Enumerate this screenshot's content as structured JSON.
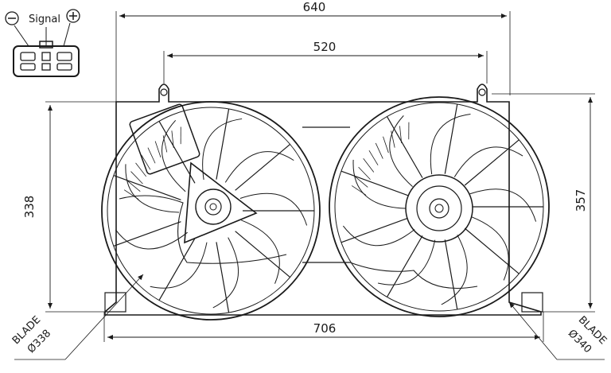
{
  "connector": {
    "minus_symbol": "⊖",
    "signal_label": "Signal",
    "plus_symbol": "⊕"
  },
  "dimensions": {
    "overall_width": "640",
    "mount_spacing": "520",
    "left_height": "338",
    "right_height": "357",
    "bottom_width": "706"
  },
  "blades": {
    "left": {
      "line1": "BLADE",
      "line2": "Ø338"
    },
    "right": {
      "line1": "BLADE",
      "line2": "Ø340"
    }
  },
  "colors": {
    "ink": "#1a1a1a",
    "background": "#ffffff"
  }
}
